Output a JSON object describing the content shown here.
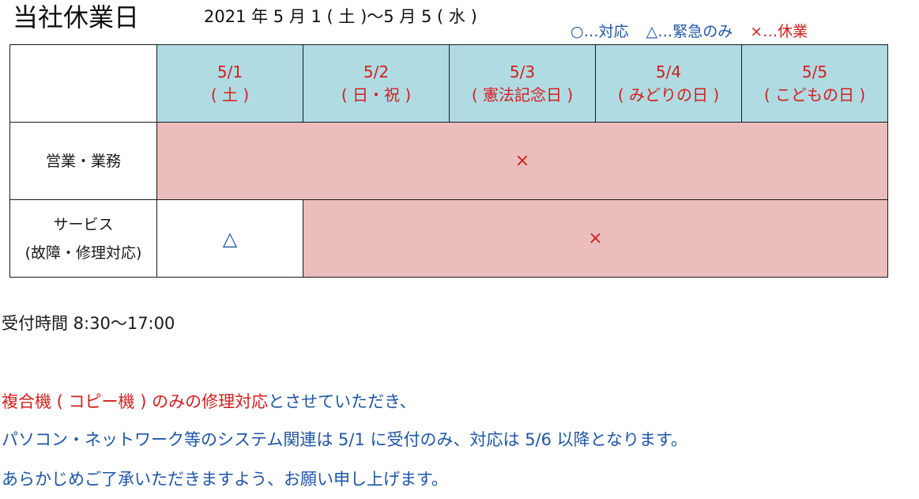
{
  "header": {
    "title": "当社休業日",
    "date_range": "2021 年 5 月 1 ( 土 )〜5 月 5 ( 水 )"
  },
  "legend": {
    "available": "○…対応",
    "emergency": "△…緊急のみ",
    "closed": "×…休業"
  },
  "schedule": {
    "columns": [
      {
        "date": "5/1",
        "day": "( 土 )"
      },
      {
        "date": "5/2",
        "day": "( 日・祝 )"
      },
      {
        "date": "5/3",
        "day": "( 憲法記念日 )"
      },
      {
        "date": "5/4",
        "day": "( みどりの日 )"
      },
      {
        "date": "5/5",
        "day": "( こどもの日 )"
      }
    ],
    "rows": [
      {
        "label_line1": "営業・業務",
        "status": "×"
      },
      {
        "label_line1": "サービス",
        "label_line2": "(故障・修理対応)",
        "status_day1": "△",
        "status_rest": "×"
      }
    ]
  },
  "hours": "受付時間  8:30〜17:00",
  "notes": {
    "line1_red": "複合機 ( コピー機 ) のみの修理対応",
    "line1_blue": "とさせていただき、",
    "line2": "パソコン・ネットワーク等のシステム関連は 5/1 に受付のみ、対応は 5/6 以降となります。",
    "line3": "あらかじめご了承いただきますよう、お願い申し上げます。"
  },
  "colors": {
    "header_fill": "#b0dbe2",
    "closed_fill": "#ebbdbd",
    "red_text": "#d11f1f",
    "blue_text": "#1f56a6"
  }
}
